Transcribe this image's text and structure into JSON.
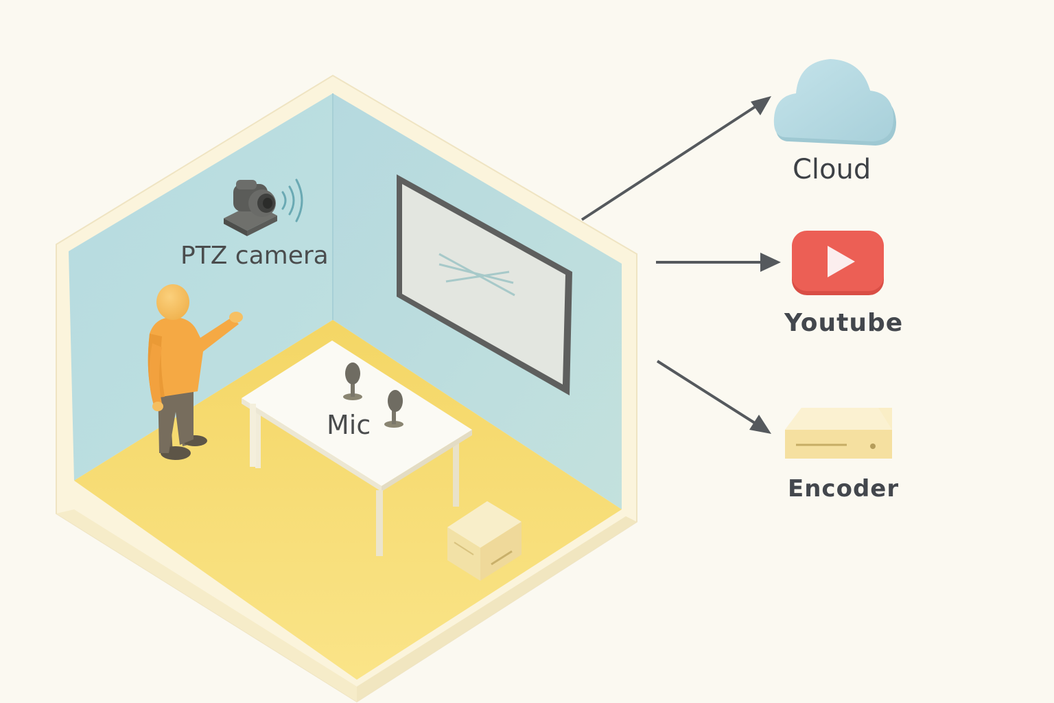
{
  "labels": {
    "ptz_camera": "PTZ camera",
    "mic": "Mic",
    "cloud": "Cloud",
    "youtube": "Youtube",
    "encoder": "Encoder"
  },
  "colors": {
    "background": "#fbf9f1",
    "wall": "#b9dde0",
    "floor": "#f7dd72",
    "frame": "#fbf3d8",
    "person_shirt": "#f5a944",
    "person_pants": "#7b7060",
    "cloud": "#b7dbe3",
    "youtube": "#ec5f55",
    "encoder": "#f7e4a6",
    "arrow": "#55595d"
  },
  "icons": {
    "cloud": "cloud-icon",
    "youtube": "youtube-icon",
    "encoder": "encoder-icon",
    "camera": "ptz-camera-icon",
    "microphone": "microphone-icon"
  }
}
